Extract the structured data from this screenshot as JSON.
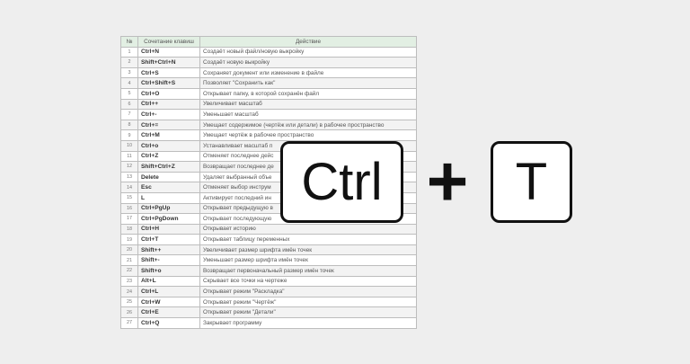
{
  "table": {
    "headers": [
      "№",
      "Сочетание клавиш",
      "Действие"
    ],
    "rows": [
      [
        "1",
        "Ctrl+N",
        "Создаёт новый файл/новую выкройку"
      ],
      [
        "2",
        "Shift+Ctrl+N",
        "Создаёт новую выкройку"
      ],
      [
        "3",
        "Ctrl+S",
        "Сохраняет документ или изменение в файле"
      ],
      [
        "4",
        "Ctrl+Shift+S",
        "Позволяет \"Сохранить как\""
      ],
      [
        "5",
        "Ctrl+O",
        "Открывает папку, в которой сохранён файл"
      ],
      [
        "6",
        "Ctrl++",
        "Увеличивает масштаб"
      ],
      [
        "7",
        "Ctrl+-",
        "Уменьшает масштаб"
      ],
      [
        "8",
        "Ctrl+=",
        "Умещает содержимое (чертёж или детали) в рабочее пространство"
      ],
      [
        "9",
        "Ctrl+M",
        "Умещает чертёж в рабочее пространство"
      ],
      [
        "10",
        "Ctrl+o",
        "Устанавливает масштаб п"
      ],
      [
        "11",
        "Ctrl+Z",
        "Отменяет последнее дейс"
      ],
      [
        "12",
        "Shift+Ctrl+Z",
        "Возвращает последнее де"
      ],
      [
        "13",
        "Delete",
        "Удаляет выбранный объе"
      ],
      [
        "14",
        "Esc",
        "Отменяет выбор инструм"
      ],
      [
        "15",
        "L",
        "Активирует последний ин"
      ],
      [
        "16",
        "Ctrl+PgUp",
        "Открывает предыдущую в"
      ],
      [
        "17",
        "Ctrl+PgDown",
        "Открывает последующую"
      ],
      [
        "18",
        "Ctrl+H",
        "Открывает историю"
      ],
      [
        "19",
        "Ctrl+T",
        "Открывает таблицу переменных"
      ],
      [
        "20",
        "Shift++",
        "Увеличивает размер шрифта имён точек"
      ],
      [
        "21",
        "Shift+-",
        "Уменьшает размер шрифта имён точек"
      ],
      [
        "22",
        "Shift+o",
        "Возвращает первоначальный размер имён точек"
      ],
      [
        "23",
        "Alt+L",
        "Скрывает все точки на чертеже"
      ],
      [
        "24",
        "Ctrl+L",
        "Открывает режим \"Раскладка\""
      ],
      [
        "25",
        "Ctrl+W",
        "Открывает режим \"Чертёж\""
      ],
      [
        "26",
        "Ctrl+E",
        "Открывает режим \"Детали\""
      ],
      [
        "27",
        "Ctrl+Q",
        "Закрывает программу"
      ]
    ]
  },
  "overlay": {
    "key1": "Ctrl",
    "plus": "+",
    "key2": "T"
  }
}
